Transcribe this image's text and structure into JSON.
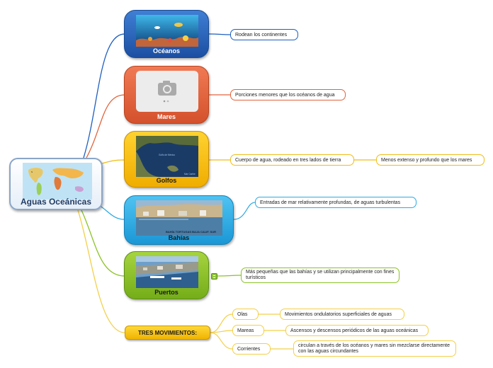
{
  "central": {
    "label": "Aguas Oceánicas"
  },
  "topics": [
    {
      "label": "Océanos",
      "detail": "Rodean los continentes"
    },
    {
      "label": "Mares",
      "detail": "Porciones menores que los océanos de agua"
    },
    {
      "label": "Golfos",
      "detail": "Cuerpo de agua, rodeado en tres lados de tierra",
      "extra": "Menos extenso y profundo que los mares",
      "map_labels": [
        "Golfo de México",
        "Mar Caribe"
      ]
    },
    {
      "label": "Bahías",
      "detail": "Entradas de mar relativamente profundas, de aguas turbulentas",
      "caption": "BAHÍA TORTUGAS BAJA CALIF. SUR"
    },
    {
      "label": "Puertos",
      "detail": "Más pequeñas que las bahías y se utilizan principalmente con fines turísticos"
    }
  ],
  "movimientos": {
    "label": "TRES MOVIMIENTOS:",
    "items": [
      {
        "name": "Olas",
        "detail": "Movimientos ondulatorios superficiales de aguas"
      },
      {
        "name": "Mareas",
        "detail": "Ascensos y descensos periódicos de las aguas oceánicas"
      },
      {
        "name": "Corrientes",
        "detail": "circulan a través de los océanos y mares sin mezclarse directamente con las aguas circundantes"
      }
    ]
  },
  "colors": {
    "oceanos": "#1f5fbf",
    "mares": "#e2643d",
    "golfos": "#f1bc16",
    "bahias": "#2ea9e1",
    "puertos": "#8cc225",
    "movimientos": "#f3d04a"
  }
}
